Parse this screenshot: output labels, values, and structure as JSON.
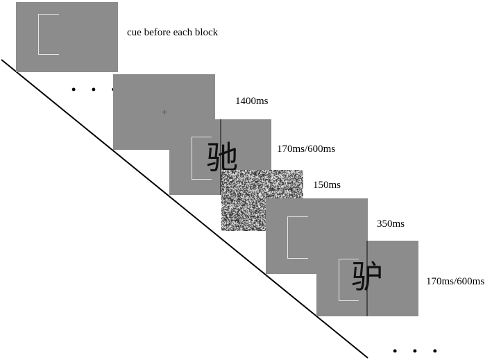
{
  "labels": {
    "cue": "cue before each block",
    "fixation_duration": "1400ms",
    "stim1_duration": "170ms/600ms",
    "mask_duration": "150ms",
    "cue2_duration": "350ms",
    "stim2_duration": "170ms/600ms"
  },
  "symbols": {
    "ellipsis": "• • •",
    "fixation": "+",
    "char1": "驰",
    "char2": "驴"
  },
  "colors": {
    "frame": "#8c8c8c",
    "bracket": "#e6e6e6",
    "text": "#000000"
  }
}
